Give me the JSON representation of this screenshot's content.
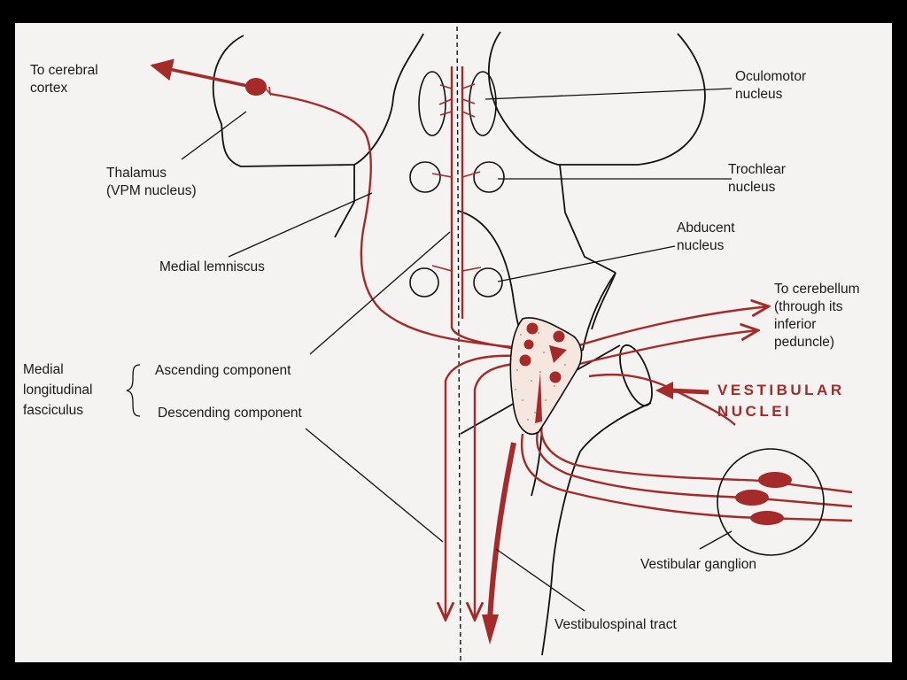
{
  "colors": {
    "tract": "#a52a2a",
    "outline": "#111111",
    "background": "#f4f3f1",
    "frame": "#000000",
    "nucleus_fill": "#f6e6e0"
  },
  "labels": {
    "to_cerebral_cortex": [
      "To cerebral",
      "cortex"
    ],
    "thalamus": [
      "Thalamus",
      "(VPM nucleus)"
    ],
    "medial_lemniscus": "Medial lemniscus",
    "oculomotor_nucleus": [
      "Oculomotor",
      "nucleus"
    ],
    "trochlear_nucleus": [
      "Trochlear",
      "nucleus"
    ],
    "abducent_nucleus": [
      "Abducent",
      "nucleus"
    ],
    "to_cerebellum": [
      "To cerebellum",
      "(through its",
      "inferior",
      "peduncle)"
    ],
    "vestibular_nuclei": [
      "VESTIBULAR",
      "NUCLEI"
    ],
    "mlf": [
      "Medial",
      "longitudinal",
      "fasciculus"
    ],
    "ascending_component": "Ascending component",
    "descending_component": "Descending component",
    "vestibular_ganglion": "Vestibular ganglion",
    "vestibulospinal_tract": "Vestibulospinal tract"
  }
}
